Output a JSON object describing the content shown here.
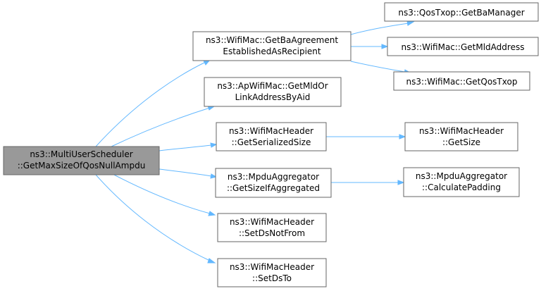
{
  "graph": {
    "nodes": {
      "root": [
        "ns3::MultiUserScheduler",
        "::GetMaxSizeOfQosNullAmpdu"
      ],
      "get_ba_agreement": [
        "ns3::WifiMac::GetBaAgreement",
        "EstablishedAsRecipient"
      ],
      "get_mld_or_link": [
        "ns3::ApWifiMac::GetMldOr",
        "LinkAddressByAid"
      ],
      "get_serialized_size": [
        "ns3::WifiMacHeader",
        "::GetSerializedSize"
      ],
      "get_size_if_aggregated": [
        "ns3::MpduAggregator",
        "::GetSizeIfAggregated"
      ],
      "set_ds_not_from": [
        "ns3::WifiMacHeader",
        "::SetDsNotFrom"
      ],
      "set_ds_to": [
        "ns3::WifiMacHeader",
        "::SetDsTo"
      ],
      "get_ba_manager": [
        "ns3::QosTxop::GetBaManager"
      ],
      "get_mld_address": [
        "ns3::WifiMac::GetMldAddress"
      ],
      "get_qos_txop": [
        "ns3::WifiMac::GetQosTxop"
      ],
      "get_size": [
        "ns3::WifiMacHeader",
        "::GetSize"
      ],
      "calculate_padding": [
        "ns3::MpduAggregator",
        "::CalculatePadding"
      ]
    },
    "edges": [
      [
        "root",
        "get_ba_agreement"
      ],
      [
        "root",
        "get_mld_or_link"
      ],
      [
        "root",
        "get_serialized_size"
      ],
      [
        "root",
        "get_size_if_aggregated"
      ],
      [
        "root",
        "set_ds_not_from"
      ],
      [
        "root",
        "set_ds_to"
      ],
      [
        "get_ba_agreement",
        "get_ba_manager"
      ],
      [
        "get_ba_agreement",
        "get_mld_address"
      ],
      [
        "get_ba_agreement",
        "get_qos_txop"
      ],
      [
        "get_serialized_size",
        "get_size"
      ],
      [
        "get_size_if_aggregated",
        "calculate_padding"
      ]
    ]
  }
}
